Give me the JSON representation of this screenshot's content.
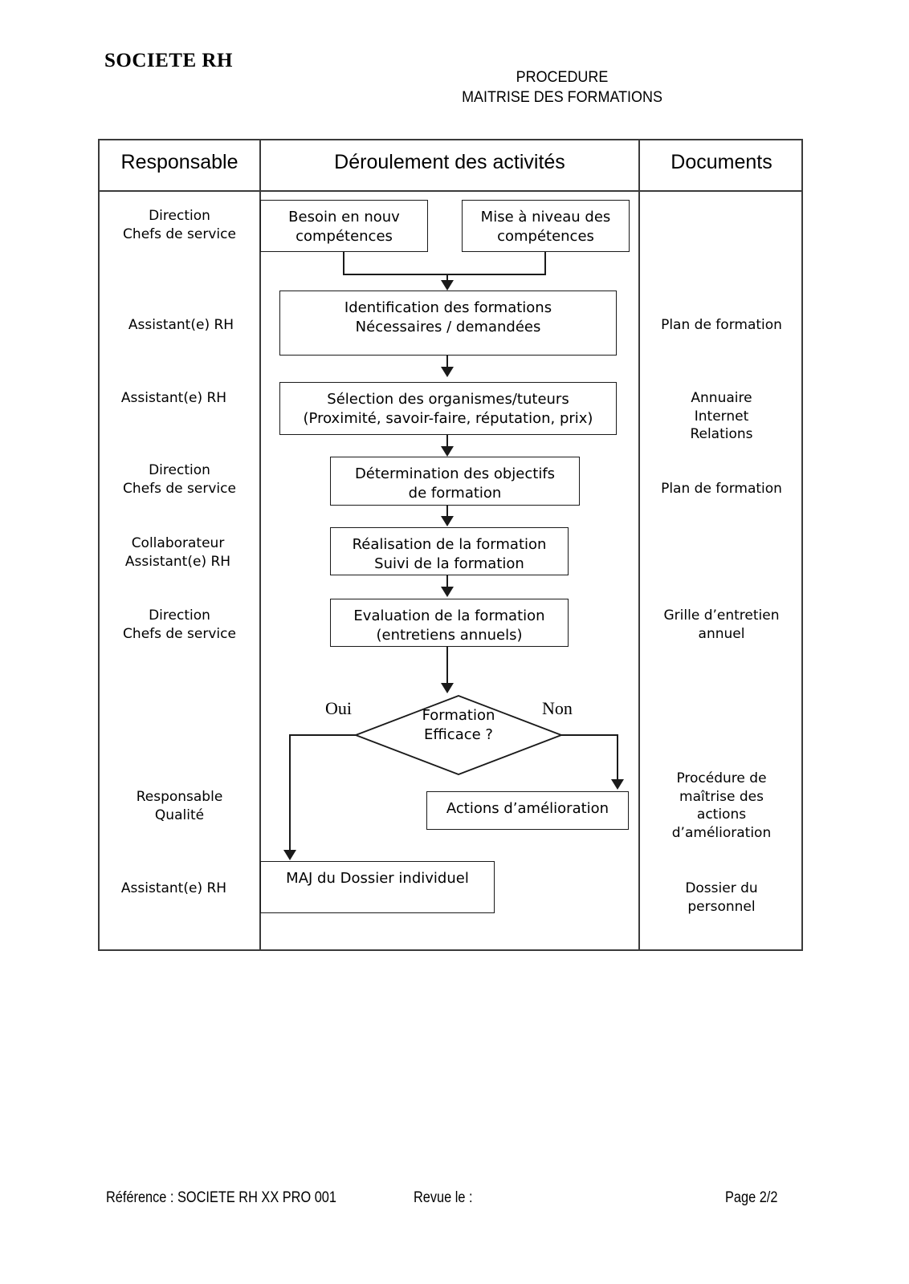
{
  "header": {
    "company": "SOCIETE RH",
    "title_line1": "PROCEDURE",
    "title_line2": "MAITRISE DES FORMATIONS"
  },
  "table": {
    "columns": [
      {
        "key": "responsable",
        "label": "Responsable"
      },
      {
        "key": "deroulement",
        "label": "Déroulement des activités"
      },
      {
        "key": "documents",
        "label": "Documents"
      }
    ]
  },
  "responsables": [
    {
      "line1": "Direction",
      "line2": "Chefs de service"
    },
    {
      "line1": "Assistant(e) RH",
      "line2": ""
    },
    {
      "line1": "Assistant(e) RH",
      "line2": ""
    },
    {
      "line1": "Direction",
      "line2": "Chefs de service"
    },
    {
      "line1": "Collaborateur",
      "line2": "Assistant(e) RH"
    },
    {
      "line1": "Direction",
      "line2": "Chefs de service"
    },
    {
      "line1": "Responsable",
      "line2": "Qualité"
    },
    {
      "line1": "Assistant(e) RH",
      "line2": ""
    }
  ],
  "documents": [
    {
      "line1": "Plan de formation",
      "line2": "",
      "line3": "",
      "line4": ""
    },
    {
      "line1": "Annuaire",
      "line2": "Internet",
      "line3": "Relations",
      "line4": ""
    },
    {
      "line1": "Plan de formation",
      "line2": "",
      "line3": "",
      "line4": ""
    },
    {
      "line1": "Grille d’entretien",
      "line2": "annuel",
      "line3": "",
      "line4": ""
    },
    {
      "line1": "Procédure de",
      "line2": "maîtrise des",
      "line3": "actions",
      "line4": "d’amélioration"
    },
    {
      "line1": "Dossier du",
      "line2": "personnel",
      "line3": "",
      "line4": ""
    }
  ],
  "flow": {
    "besoin": {
      "line1": "Besoin en nouv",
      "line2": "compétences"
    },
    "mise_a_niveau": {
      "line1": "Mise à niveau des",
      "line2": "compétences"
    },
    "identification": {
      "line1": "Identification des formations",
      "line2": "Nécessaires / demandées"
    },
    "selection": {
      "line1": "Sélection des organismes/tuteurs",
      "line2": "(Proximité, savoir-faire, réputation, prix)"
    },
    "determination": {
      "line1": "Détermination des objectifs",
      "line2": "de formation"
    },
    "realisation": {
      "line1": "Réalisation de la formation",
      "line2": "Suivi de la formation"
    },
    "evaluation": {
      "line1": "Evaluation de la formation",
      "line2": "(entretiens annuels)"
    },
    "decision": {
      "line1": "Formation",
      "line2": "Efficace ?"
    },
    "branch_yes": "Oui",
    "branch_no": "Non",
    "actions": {
      "line1": "Actions d’amélioration"
    },
    "maj": {
      "line1": "MAJ du Dossier individuel"
    }
  },
  "footer": {
    "reference": "Référence : SOCIETE RH XX PRO 001",
    "revue": "Revue le :",
    "page": "Page 2/2"
  },
  "colors": {
    "ink": "#000000",
    "line": "#1a1a1a",
    "table_border": "#3a3a3a",
    "background": "#ffffff"
  }
}
